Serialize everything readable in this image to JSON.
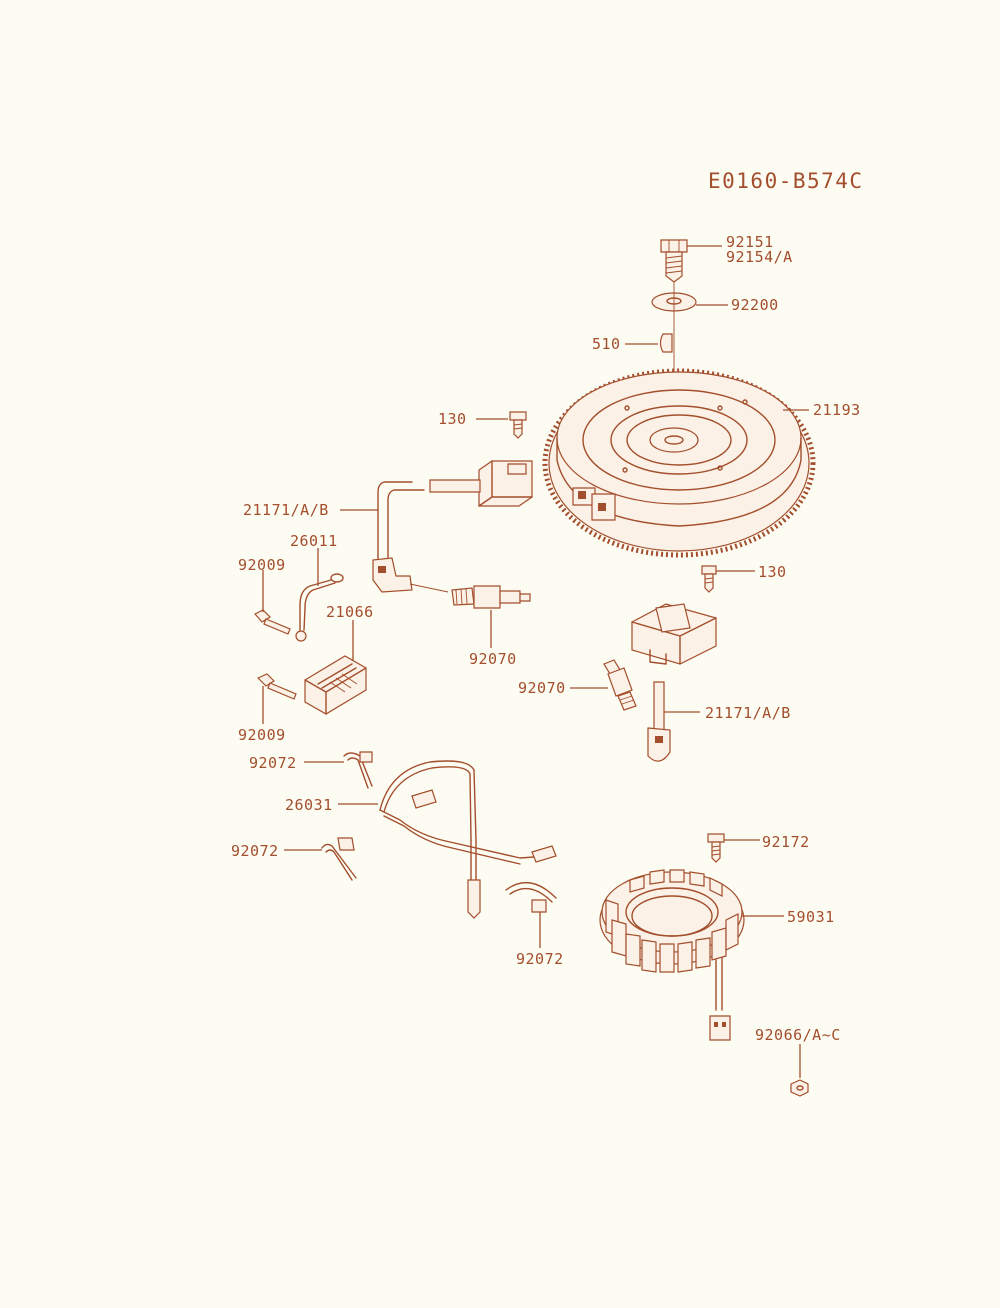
{
  "diagram_code": "E0160-B574C",
  "colors": {
    "ink": "#a34e2c",
    "paper": "#fdfcf3"
  },
  "callouts": {
    "bolt_a": "92151",
    "bolt_b": "92154/A",
    "washer": "92200",
    "key": "510",
    "flywheel": "21193",
    "screw_top_coil": "130",
    "screw_lower_coil": "130",
    "coil_upper": "21171/A/B",
    "coil_lower": "21171/A/B",
    "ground_lead": "26011",
    "screw_upper_left": "92009",
    "screw_lower_left": "92009",
    "regulator": "21066",
    "plug_upper": "92070",
    "plug_lower": "92070",
    "clamp_top": "92072",
    "clamp_mid": "92072",
    "clamp_bottom": "92072",
    "harness": "26031",
    "stator_bolt": "92172",
    "stator": "59031",
    "nut": "92066/A~C"
  }
}
